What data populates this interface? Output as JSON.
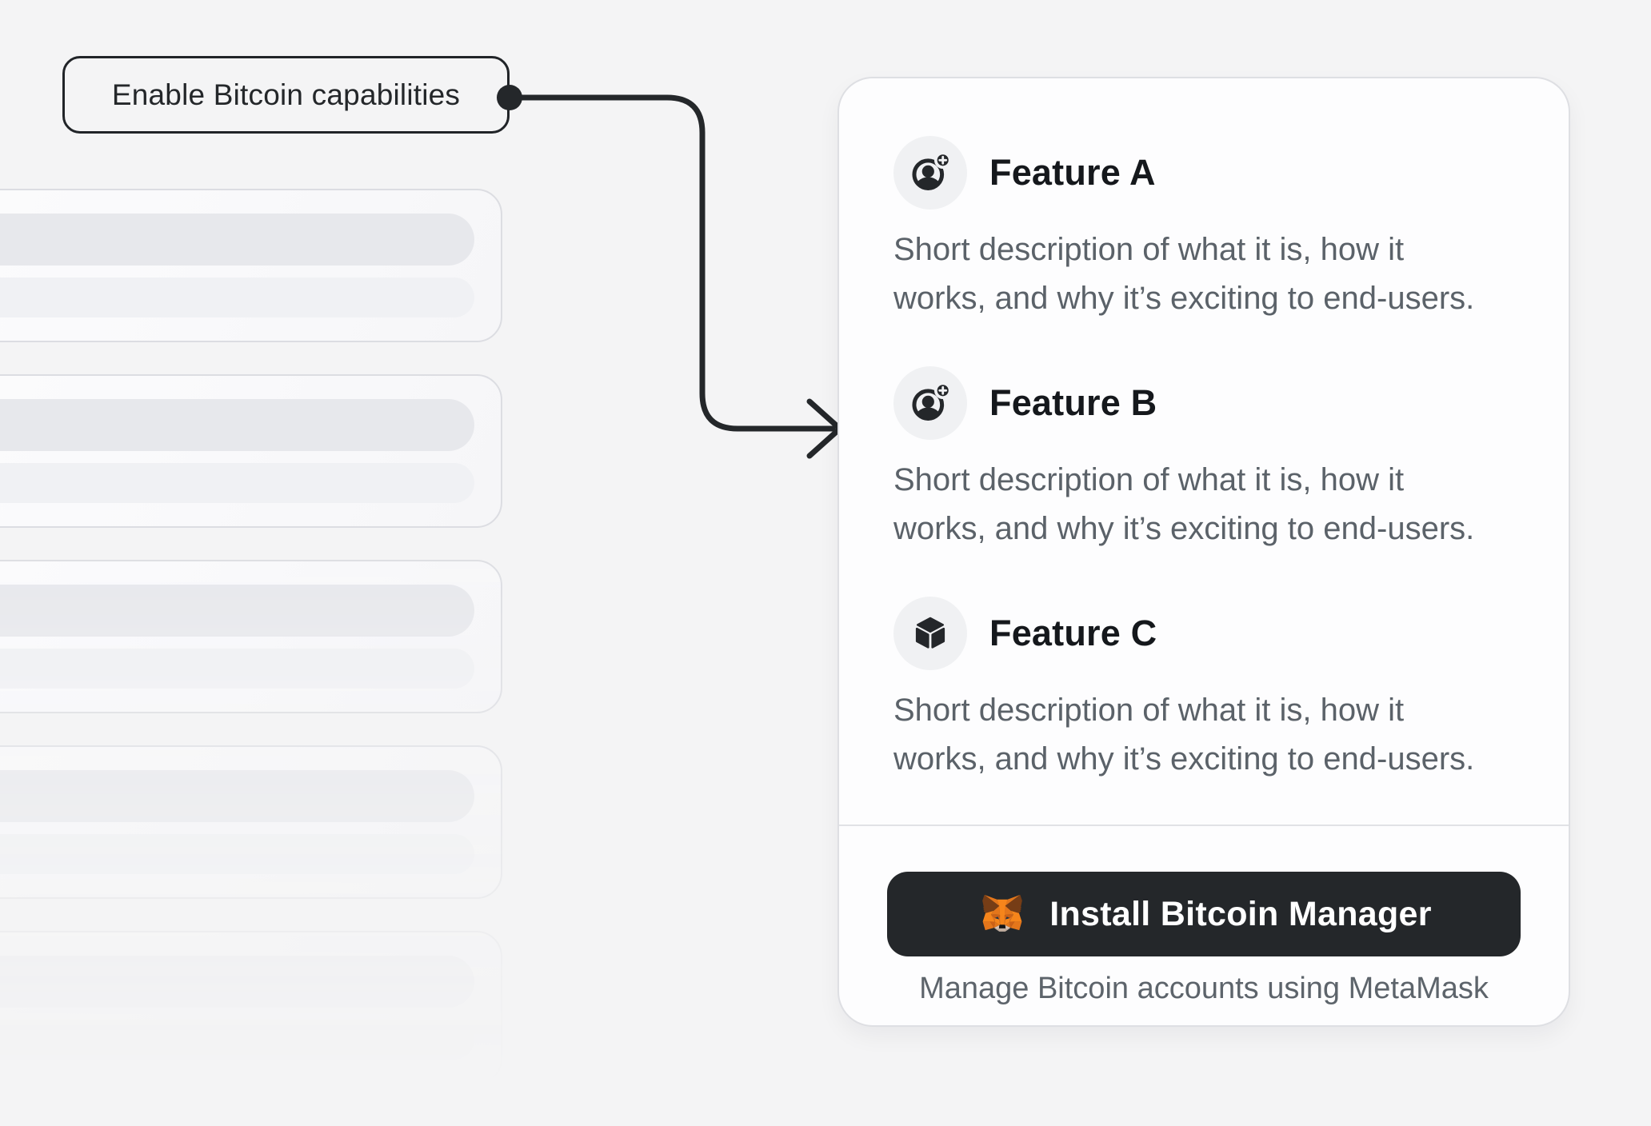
{
  "page": {
    "background_color": "#f4f4f5",
    "ink_color": "#24272a",
    "muted_text_color": "#5b6269",
    "card_background": "#fdfdfe",
    "border_color": "#dedfe3",
    "accent_orange": "#f6851b"
  },
  "callout": {
    "label": "Enable Bitcoin capabilities"
  },
  "skeleton": {
    "card_count": 5,
    "bars_per_card": 2
  },
  "features": [
    {
      "icon": "user-add",
      "title": "Feature A",
      "lines": [
        "Short description of what it is, how it",
        "works, and why it’s exciting to end-users."
      ]
    },
    {
      "icon": "user-add",
      "title": "Feature B",
      "lines": [
        "Short description of what it is, how it",
        "works, and why it’s exciting to end-users."
      ]
    },
    {
      "icon": "cube",
      "title": "Feature C",
      "lines": [
        "Short description of what it is, how it",
        "works, and why it’s exciting to end-users."
      ]
    }
  ],
  "install": {
    "button_label": "Install Bitcoin Manager",
    "button_icon": "metamask-fox",
    "button_color": "#24272a",
    "caption": "Manage Bitcoin accounts using MetaMask"
  }
}
